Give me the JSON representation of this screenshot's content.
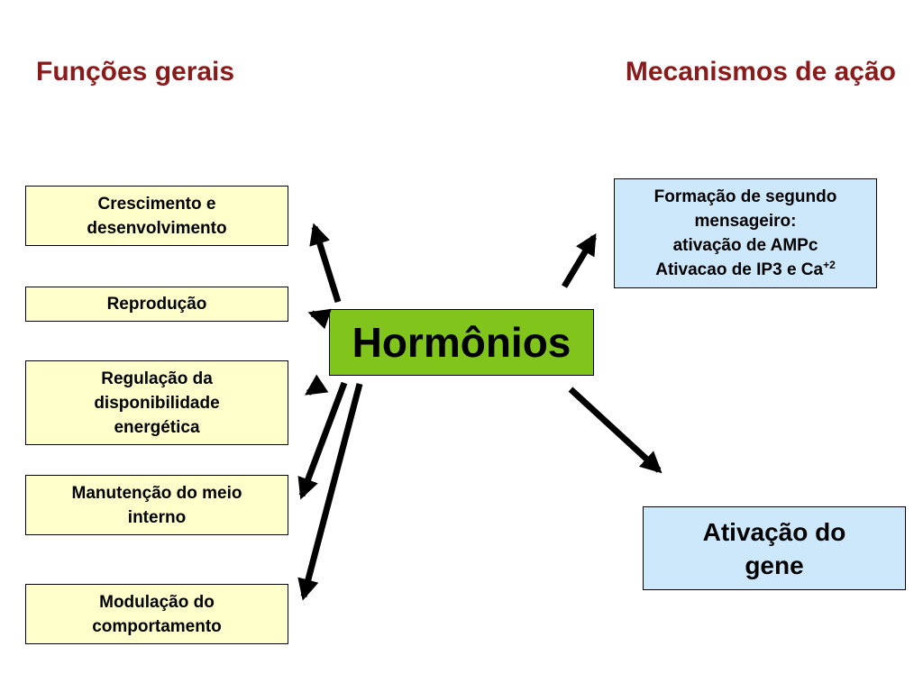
{
  "headings": {
    "left": "Funções gerais",
    "right": "Mecanismos de ação",
    "color": "#8b1a1a"
  },
  "center": {
    "label": "Hormônios",
    "fill": "#80c41c"
  },
  "left_boxes": {
    "fill": "#ffffcc",
    "crescimento": [
      "Crescimento e",
      "desenvolvimento"
    ],
    "reproducao": [
      "Reprodução"
    ],
    "regulacao": [
      "Regulação da",
      "disponibilidade",
      "energética"
    ],
    "manutencao": [
      "Manutenção do meio",
      "interno"
    ],
    "modulacao": [
      "Modulação do",
      "comportamento"
    ]
  },
  "right_boxes": {
    "fill": "#cce8fa",
    "formacao": {
      "line1": "Formação de segundo",
      "line2": "mensageiro:",
      "line3": "ativação de AMPc",
      "line4": "Ativacao de IP3 e Ca",
      "line4_superscript": "+2"
    },
    "ativacao_gene": [
      "Ativação do",
      "gene"
    ]
  }
}
